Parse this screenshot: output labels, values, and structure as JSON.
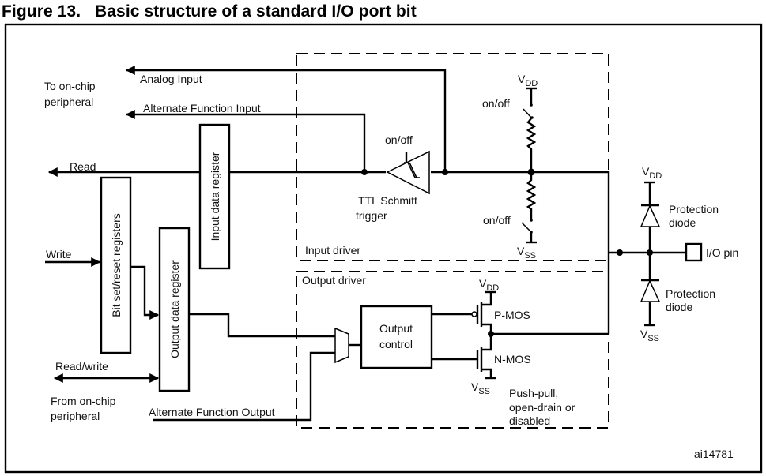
{
  "figure": {
    "number_label": "Figure 13.",
    "title": "Basic structure of a standard I/O port bit",
    "reference_id": "ai14781"
  },
  "left_labels": {
    "to_peripheral": [
      "To on-chip",
      "peripheral"
    ],
    "from_peripheral": [
      "From on-chip",
      "peripheral"
    ]
  },
  "signals": {
    "analog_input": "Analog Input",
    "alt_function_input": "Alternate Function Input",
    "read": "Read",
    "write": "Write",
    "read_write": "Read/write",
    "alt_function_output": "Alternate Function Output"
  },
  "registers": {
    "input_data": "Input data register",
    "bit_set_reset": "Bit set/reset registers",
    "output_data": "Output data register"
  },
  "input_driver": {
    "label": "Input driver",
    "schmitt_label": [
      "TTL Schmitt",
      "trigger"
    ],
    "schmitt_switch": "on/off",
    "pullup_switch": "on/off",
    "pulldown_switch": "on/off",
    "vdd": {
      "main": "V",
      "sub": "DD"
    },
    "vss": {
      "main": "V",
      "sub": "SS"
    }
  },
  "output_driver": {
    "label": "Output driver",
    "control_label": [
      "Output",
      "control"
    ],
    "pmos": "P-MOS",
    "nmos": "N-MOS",
    "vdd": {
      "main": "V",
      "sub": "DD"
    },
    "vss": {
      "main": "V",
      "sub": "SS"
    },
    "modes": [
      "Push-pull,",
      "open-drain or",
      "disabled"
    ]
  },
  "protection": {
    "upper_diode": [
      "Protection",
      "diode"
    ],
    "lower_diode": [
      "Protection",
      "diode"
    ],
    "vdd": {
      "main": "V",
      "sub": "DD"
    },
    "vss": {
      "main": "V",
      "sub": "SS"
    },
    "pin_label": "I/O pin"
  }
}
